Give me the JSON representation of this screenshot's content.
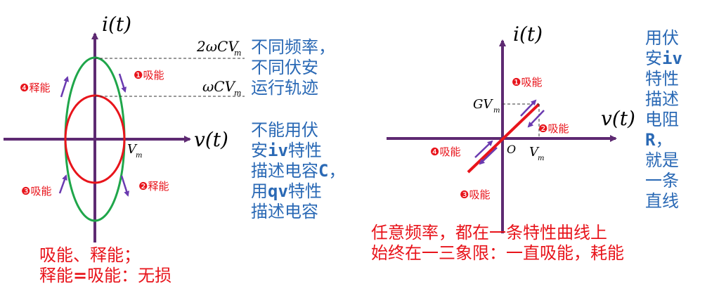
{
  "left_diagram": {
    "y_axis_label": "i(t)",
    "x_axis_label": "v(t)",
    "level_high_label": "2ωCV",
    "level_high_sub": "m",
    "level_low_label": "ωCV",
    "level_low_sub": "m",
    "x_intercept_label": "V",
    "x_intercept_sub": "m",
    "phase_1": "❶吸能",
    "phase_2": "❷释能",
    "phase_3": "❸吸能",
    "phase_4": "❹释能",
    "colors": {
      "inner_ellipse": "#e8141b",
      "outer_ellipse": "#1fa64a",
      "axes": "#5e2a72",
      "arrows": "#6a3ab0"
    }
  },
  "left_notes": {
    "line1": "不同频率，",
    "line2": "不同伏安",
    "line3": "运行轨迹",
    "line4": "不能用伏",
    "line5_a": "安",
    "line5_b": "iv",
    "line5_c": "特性",
    "line6_a": "描述电容",
    "line6_b": "C",
    "line6_c": "，",
    "line7_a": "用",
    "line7_b": "qv",
    "line7_c": "特性",
    "line8": "描述电容"
  },
  "left_bottom": {
    "line1": "吸能、释能；",
    "line2_a": "释能",
    "line2_b": "=",
    "line2_c": "吸能：无损"
  },
  "right_diagram": {
    "y_axis_label": "i(t)",
    "x_axis_label": "v(t)",
    "y_level_label": "GV",
    "y_level_sub": "m",
    "x_level_label": "V",
    "x_level_sub": "m",
    "origin_label": "O",
    "phase_1": "❶吸能",
    "phase_2": "❷吸能",
    "phase_3": "❸吸能",
    "phase_4": "❹吸能",
    "colors": {
      "line": "#e8141b",
      "axes": "#5e2a72",
      "arrows": "#6a3ab0"
    }
  },
  "right_notes": {
    "l1": "用伏",
    "l2": "安",
    "l2b": "iv",
    "l3": "特性",
    "l4": "描述",
    "l5": "电阻",
    "l6": "R",
    "l6b": "，",
    "l7": "就是",
    "l8": "一条",
    "l9": "直线"
  },
  "right_bottom": {
    "line1": "任意频率，都在一条特性曲线上",
    "line2": "始终在一三象限：一直吸能，耗能"
  }
}
